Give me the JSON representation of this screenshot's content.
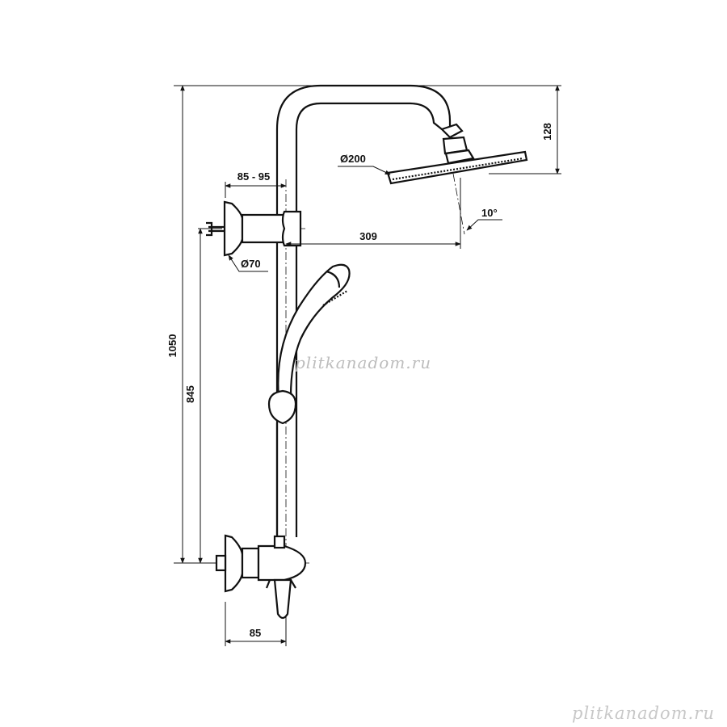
{
  "dimensions": {
    "overall_height": "1050",
    "wall_to_outlet_height": "845",
    "top_height": "128",
    "head_diameter": "Ø200",
    "arm_reach": "309",
    "head_angle": "10°",
    "bracket_depth": "85 - 95",
    "bracket_diameter": "Ø70",
    "mixer_depth": "85"
  },
  "watermarks": {
    "center": "plitkanadom.ru",
    "corner": "plitkanadom.ru"
  }
}
